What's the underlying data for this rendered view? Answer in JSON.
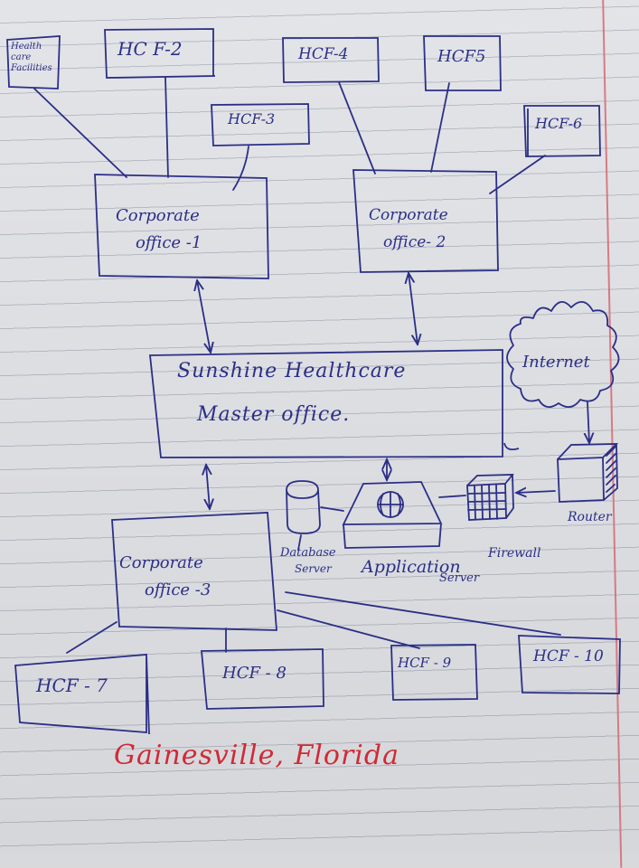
{
  "nodes": {
    "hcf1": "Health care Facilities",
    "hcf2": "HC F-2",
    "hcf3": "HCF-3",
    "hcf4": "HCF-4",
    "hcf5": "HCF5",
    "hcf6": "HCF-6",
    "corporate1_line1": "Corporate",
    "corporate1_line2": "office -1",
    "corporate2_line1": "Corporate",
    "corporate2_line2": "office- 2",
    "master_line1": "Sunshine Healthcare",
    "master_line2": "Master office.",
    "internet": "Internet",
    "router": "Router",
    "firewall": "Firewall",
    "application_server_line1": "Application",
    "application_server_line2": "Server",
    "database_server_line1": "Database",
    "database_server_line2": "Server",
    "corporate3_line1": "Corporate",
    "corporate3_line2": "office -3",
    "hcf7": "HCF - 7",
    "hcf8": "HCF - 8",
    "hcf9": "HCF - 9",
    "hcf10": "HCF - 10"
  },
  "caption": "Gainesville, Florida",
  "colors": {
    "ink": "#2b2f86",
    "caption": "#d02a35",
    "paper": "#e3e4e8",
    "rule": "#b9bcc6",
    "margin": "#d46a72"
  }
}
